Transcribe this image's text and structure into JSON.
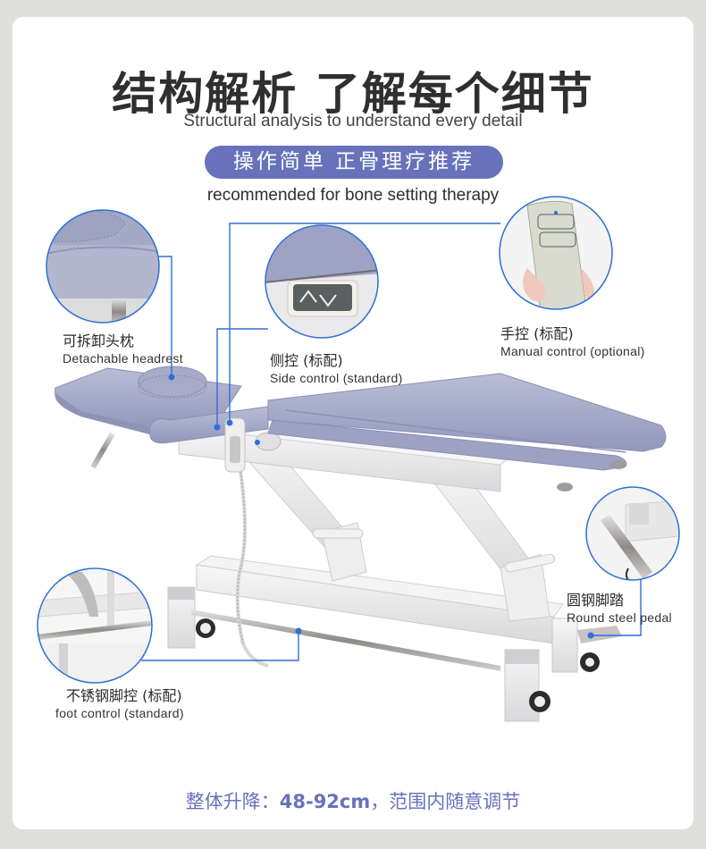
{
  "header": {
    "title": "结构解析 了解每个细节",
    "subtitle": "Structural analysis to understand every detail",
    "pill": "操作简单 正骨理疗推荐",
    "pill_sub": "recommended for bone setting therapy"
  },
  "callouts": [
    {
      "id": "headrest",
      "cn": "可拆卸头枕",
      "en": "Detachable headrest",
      "icon": "headrest-detail-icon"
    },
    {
      "id": "side-control",
      "cn": "侧控 (标配)",
      "en": "Side control (standard)",
      "icon": "side-control-detail-icon"
    },
    {
      "id": "manual-control",
      "cn": "手控 (标配)",
      "en": "Manual control (optional)",
      "icon": "hand-remote-detail-icon"
    },
    {
      "id": "round-pedal",
      "cn": "圆钢脚踏",
      "en": "Round steel pedal",
      "icon": "pedal-detail-icon"
    },
    {
      "id": "foot-control",
      "cn": "不锈钢脚控 (标配)",
      "en": "foot control (standard)",
      "icon": "foot-bar-detail-icon"
    }
  ],
  "footer": {
    "prefix": "整体升降：",
    "range": "48-92cm",
    "suffix": "，范围内随意调节"
  },
  "colors": {
    "accent": "#6772bb",
    "callout_line": "#2f6fd6",
    "upholstery": "#a9aecb",
    "frame": "#eeeeee",
    "page_bg": "#dfdfdd"
  }
}
